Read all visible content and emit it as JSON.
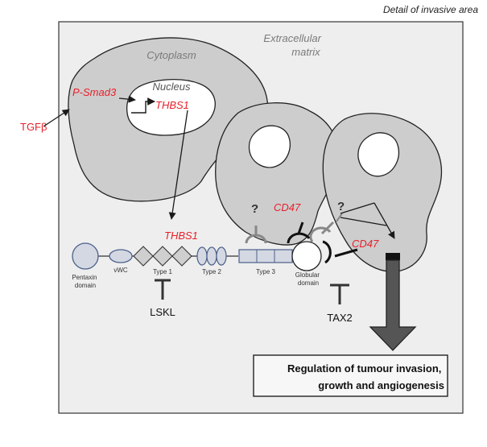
{
  "header": {
    "title": "Detail of invasive area"
  },
  "labels": {
    "extracellular": [
      "Extracellular",
      "matrix"
    ],
    "cytoplasm": "Cytoplasm",
    "nucleus": "Nucleus",
    "psmad3": "P-Smad3",
    "thbs1_gene": "THBS1",
    "thbs1_protein": "THBS1",
    "tgfb": "TGFβ",
    "cd47_top": "CD47",
    "cd47_right": "CD47",
    "question_1": "?",
    "question_2": "?"
  },
  "protein_domains": {
    "pentaxin": [
      "Pentaxin",
      "domain"
    ],
    "vwc": "vWC",
    "type1": "Type 1",
    "type2": "Type 2",
    "type3": "Type 3",
    "globular": [
      "Globular",
      "domain"
    ]
  },
  "inhibitors": {
    "lskl": "LSKL",
    "tax2": "TAX2"
  },
  "outcome": {
    "lines": [
      "Regulation of tumour invasion,",
      "growth and angiogenesis"
    ]
  },
  "colors": {
    "red": "#e8202a",
    "cell_fill": "#cdcdcd",
    "panel_fill": "#eeeeee",
    "domain_fill": "#d4d8e2",
    "domain_stroke": "#4a5f8a",
    "arrow_fill": "#555555"
  }
}
